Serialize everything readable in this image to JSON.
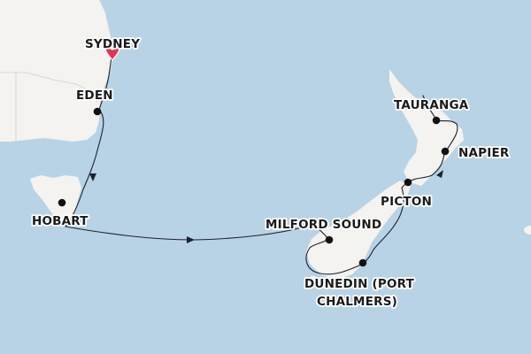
{
  "map": {
    "colors": {
      "sea": "#b9d3e6",
      "land": "#f4f3ef",
      "border": "#cfcfcf",
      "route": "#1c2230",
      "port_marker": "#111111",
      "start_marker": "#e8314f"
    },
    "start_icon": "map-pin-icon",
    "ports": [
      {
        "id": "sydney",
        "label": "SYDNEY"
      },
      {
        "id": "eden",
        "label": "EDEN"
      },
      {
        "id": "hobart",
        "label": "HOBART"
      },
      {
        "id": "milford",
        "label": "MILFORD SOUND"
      },
      {
        "id": "dunedin",
        "label_lines": [
          "DUNEDIN (PORT",
          "CHALMERS)"
        ]
      },
      {
        "id": "picton",
        "label": "PICTON"
      },
      {
        "id": "napier",
        "label": "NAPIER"
      },
      {
        "id": "tauranga",
        "label": "TAURANGA"
      }
    ]
  }
}
